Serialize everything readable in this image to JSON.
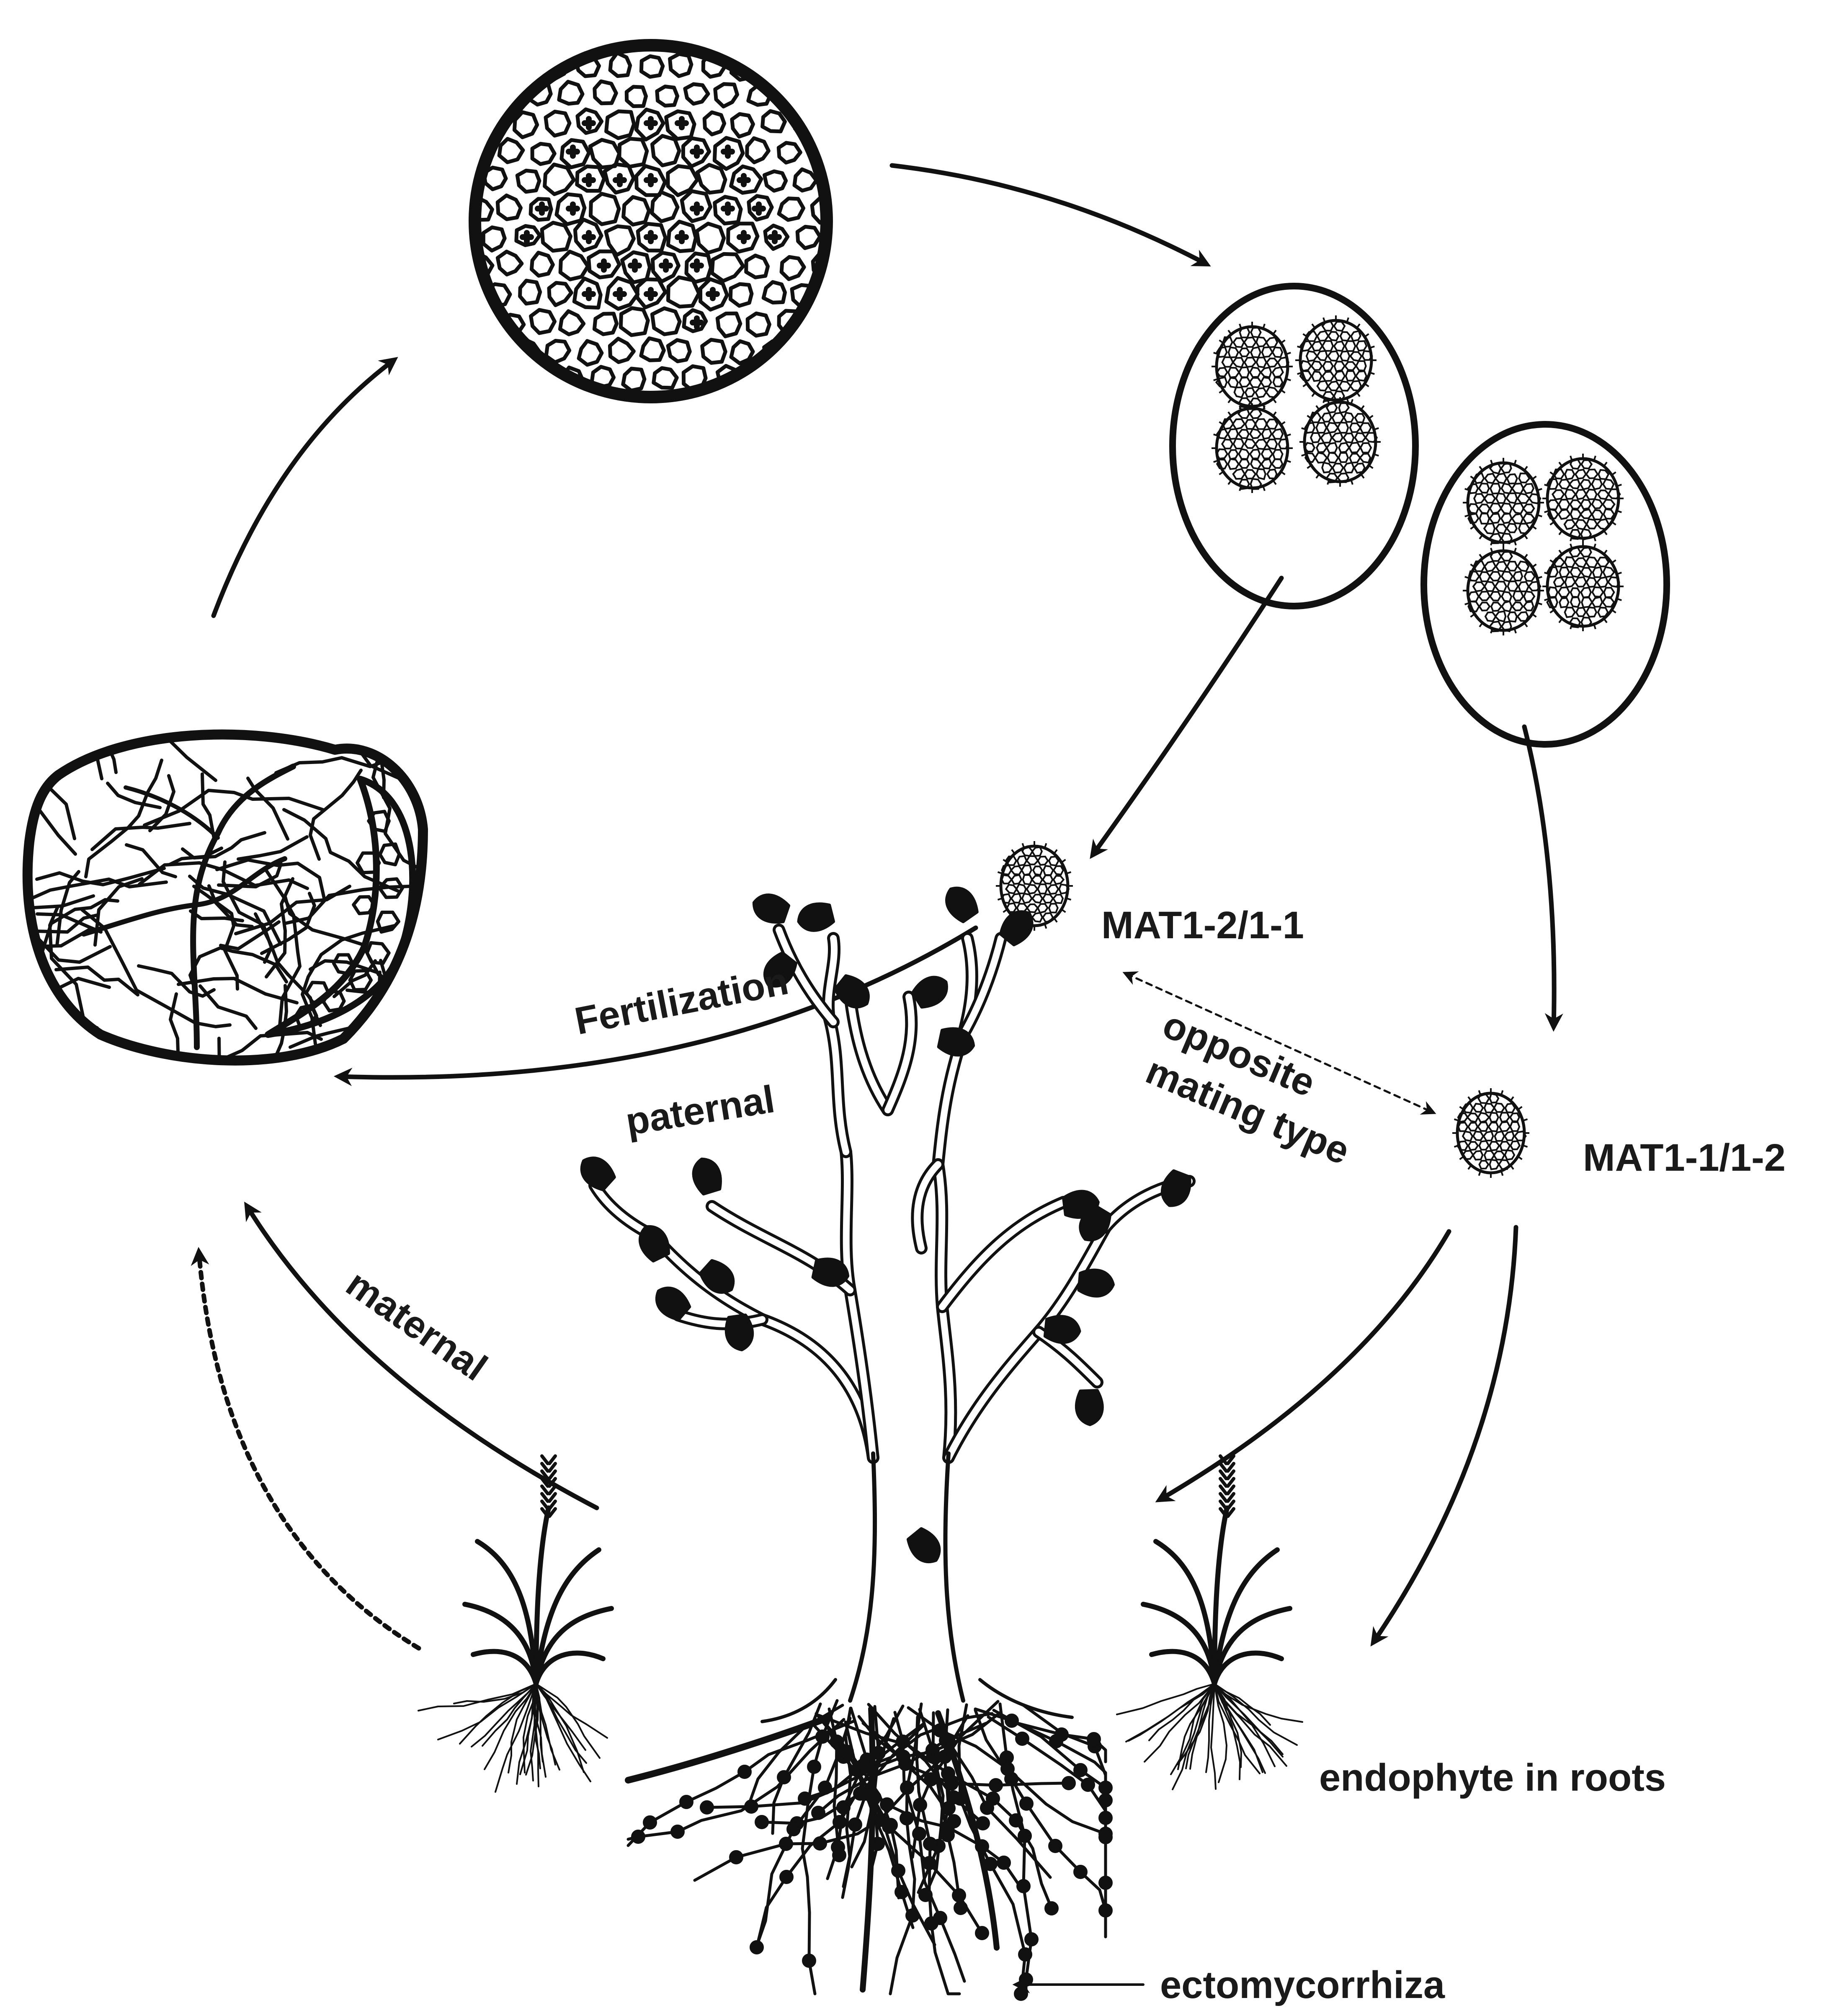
{
  "labels": {
    "spore_type_a": "MAT1-2/1-1",
    "spore_type_b": "MAT1-1/1-2",
    "fertilization": "Fertilization",
    "paternal": "paternal",
    "opposite_line1": "opposite",
    "opposite_line2": "mating type",
    "maternal": "maternal",
    "endophyte": "endophyte in roots",
    "ectomycorrhiza": "ectomycorrhiza"
  },
  "icons": [
    "ascocarp-section-icon",
    "truffle-fruiting-body-icon",
    "ascus-icon",
    "ascospore-icon",
    "host-tree-icon",
    "grass-plant-icon"
  ],
  "colors": {
    "ink": "#111111",
    "background": "#ffffff"
  }
}
